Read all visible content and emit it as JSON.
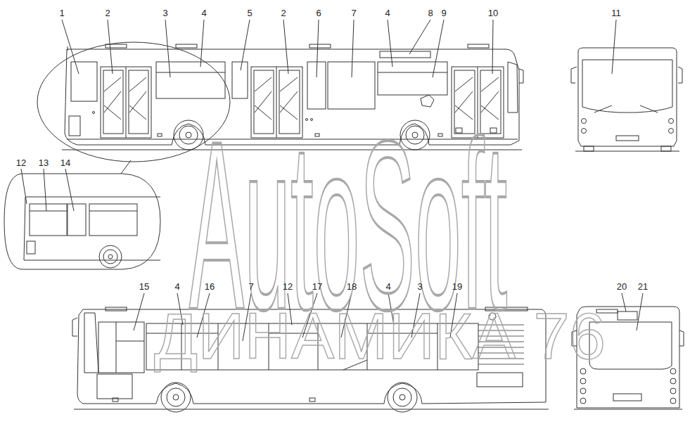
{
  "diagram": {
    "labels": [
      "1",
      "2",
      "3",
      "4",
      "5",
      "2",
      "6",
      "7",
      "4",
      "8",
      "9",
      "10",
      "11",
      "12",
      "13",
      "14",
      "15",
      "4",
      "16",
      "7",
      "12",
      "17",
      "18",
      "4",
      "3",
      "19",
      "20",
      "21",
      "AutoSoft",
      "ДИНАМИКА 76"
    ]
  }
}
